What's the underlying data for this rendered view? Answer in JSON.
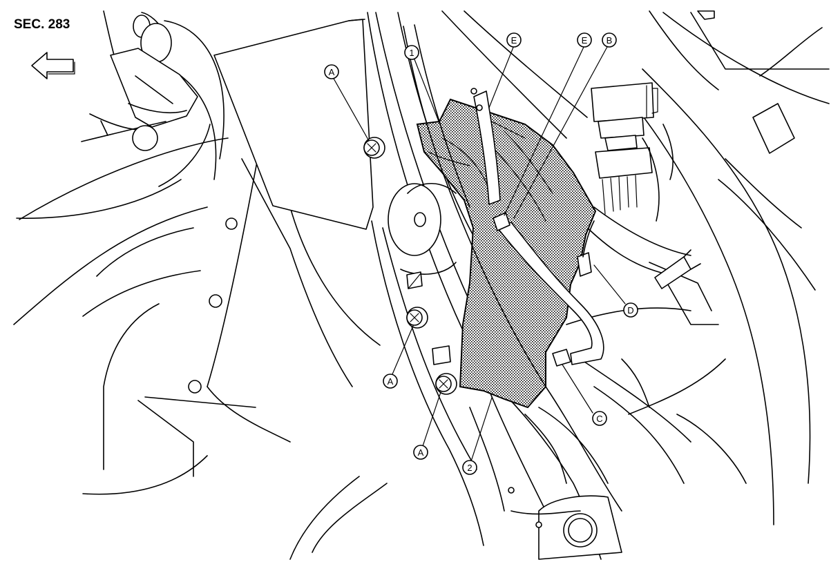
{
  "section_label": "SEC. 283",
  "direction_arrow_icon": "front-direction-arrow-icon",
  "pattern_color": "#9a9a9a",
  "callouts": [
    {
      "key": "item1",
      "text": "1"
    },
    {
      "key": "item2",
      "text": "2"
    },
    {
      "key": "a1",
      "text": "A"
    },
    {
      "key": "a2",
      "text": "A"
    },
    {
      "key": "a3",
      "text": "A"
    },
    {
      "key": "b",
      "text": "B"
    },
    {
      "key": "c",
      "text": "C"
    },
    {
      "key": "d",
      "text": "D"
    },
    {
      "key": "e1",
      "text": "E"
    },
    {
      "key": "e2",
      "text": "E"
    }
  ]
}
